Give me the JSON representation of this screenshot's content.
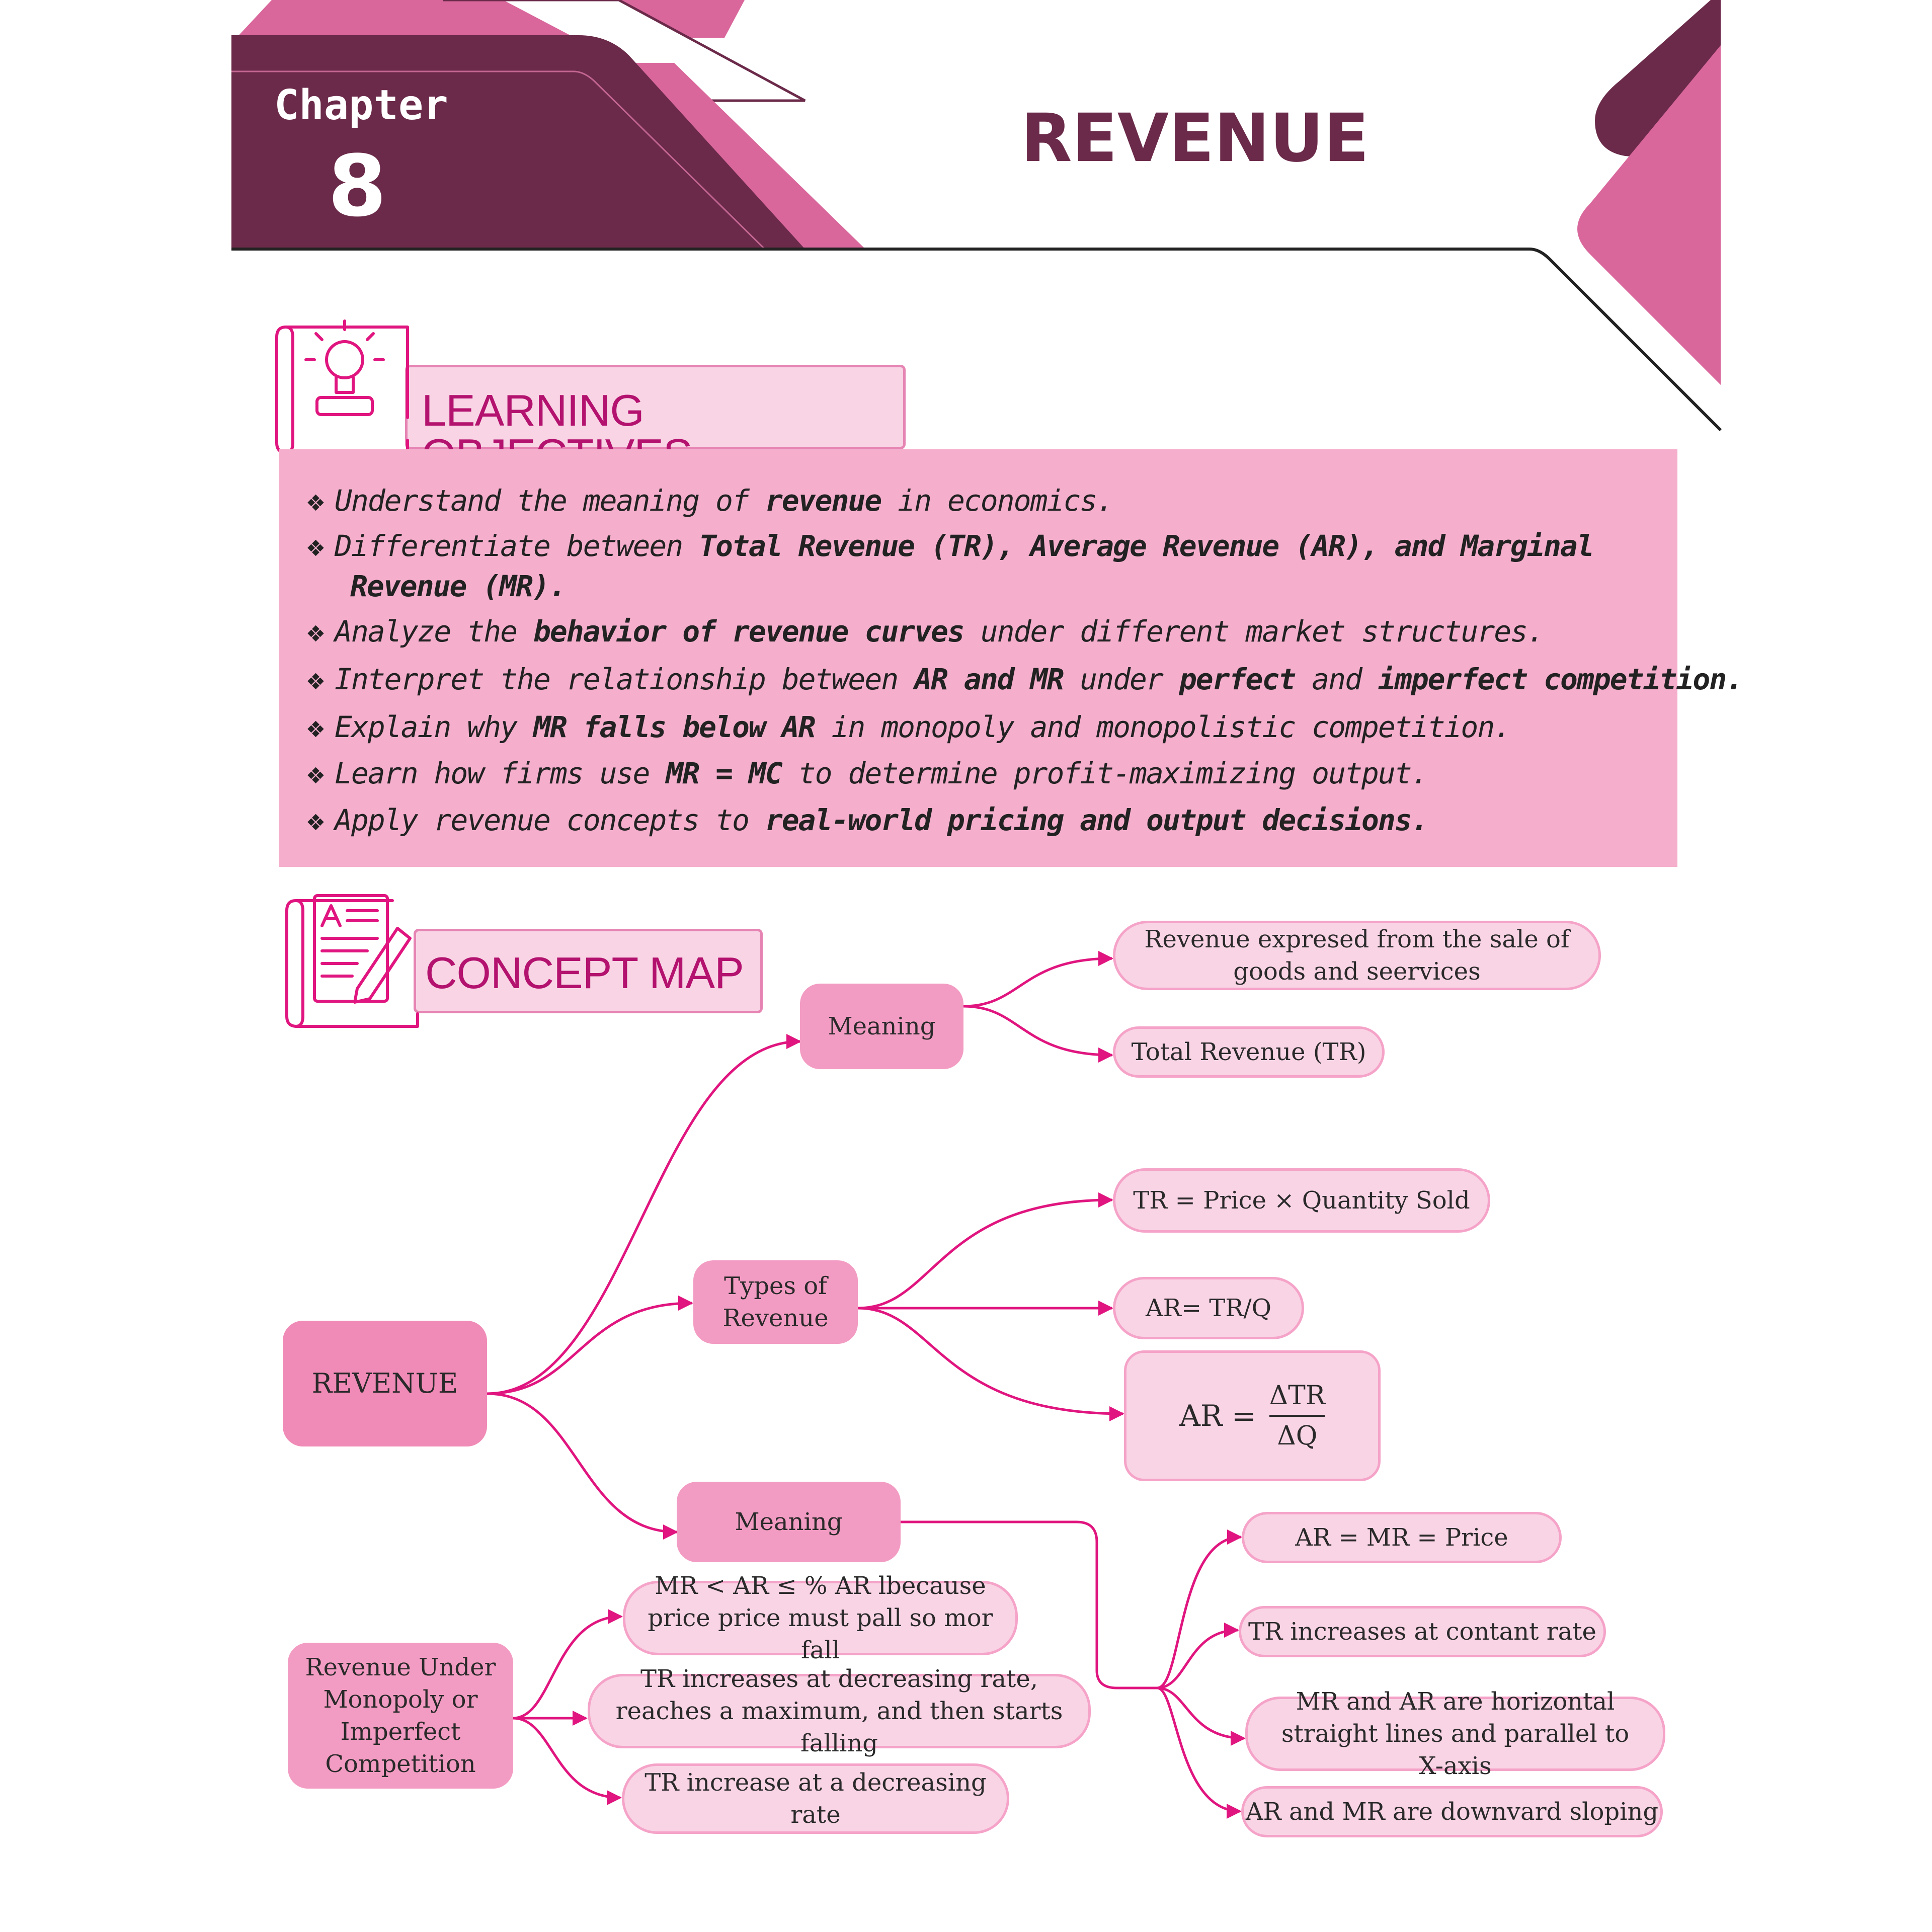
{
  "header": {
    "chapter_label": "Chapter",
    "chapter_number": "8",
    "title": "REVENUE"
  },
  "learning_objectives": {
    "heading": "LEARNING OBJECTIVES",
    "bullet": "❖",
    "items": [
      [
        "Understand the meaning of ",
        "revenue",
        " in economics."
      ],
      [
        "Differentiate between ",
        "Total Revenue (TR), Average Revenue (AR), and Marginal",
        ""
      ],
      [
        "",
        "Revenue (MR).",
        ""
      ],
      [
        "Analyze the ",
        "behavior of revenue curves",
        " under different market structures."
      ],
      [
        "Interpret the relationship between ",
        "AR and MR",
        " under ",
        "perfect",
        " and ",
        "imperfect competition."
      ],
      [
        "Explain why ",
        "MR falls below AR",
        " in monopoly and monopolistic competition."
      ],
      [
        "Learn how firms use ",
        "MR = MC",
        " to determine profit-maximizing output."
      ],
      [
        "Apply revenue concepts to ",
        "real-world pricing and output decisions.",
        ""
      ]
    ]
  },
  "concept_map": {
    "heading": "CONCEPT MAP",
    "root": "REVENUE",
    "meaning_1": "Meaning",
    "meaning_1_leaves": [
      "Revenue expresed from the sale of goods and seervices",
      "Total Revenue (TR)"
    ],
    "types": "Types of Revenue",
    "types_leaves": [
      "TR = Price × Quantity Sold",
      "AR= TR/Q"
    ],
    "formula": {
      "lhs": "AR =",
      "num": "ΔTR",
      "den": "ΔQ"
    },
    "meaning_2": "Meaning",
    "meaning_2_leaves": [
      "AR = MR = Price",
      "TR increases at contant rate",
      "MR and AR are horizontal straight lines and parallel to X-axis",
      "AR and MR are downvard sloping"
    ],
    "monopoly": "Revenue Under Monopoly or Imperfect Competition",
    "monopoly_leaves": [
      "MR < AR ≤ %  AR lbecause price price must pall so mor fall",
      "TR increases at decreasing rate, reaches a maximum, and then starts falling",
      "TR increase at a decreasing rate"
    ]
  },
  "colors": {
    "plum": "#6b2a4a",
    "pink": "#d9679c",
    "magenta": "#e0157f",
    "objectives_bg": "#f5afcd",
    "node_light": "#f9d4e5"
  }
}
